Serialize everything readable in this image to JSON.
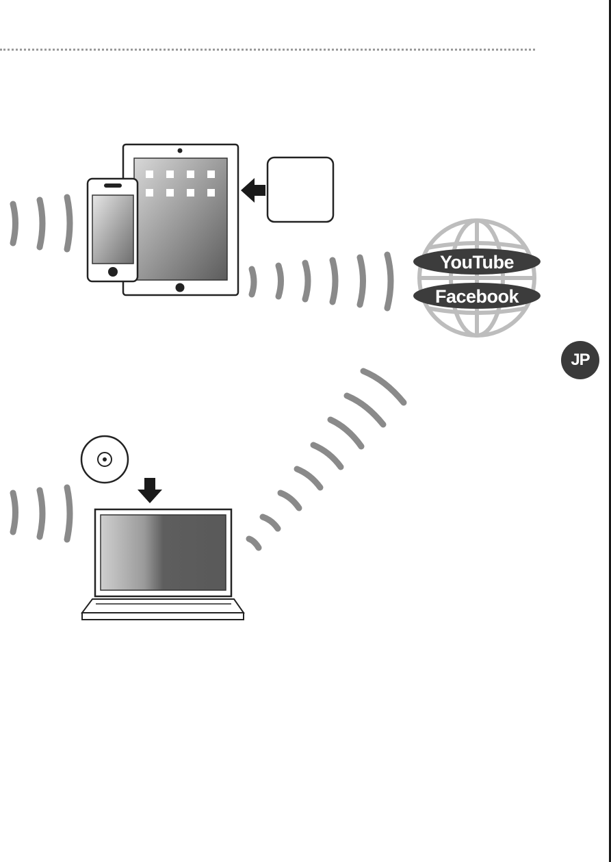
{
  "badge": {
    "language": "JP"
  },
  "services": {
    "youtube": "YouTube",
    "facebook": "Facebook"
  },
  "colors": {
    "wave": "#8a8a8a",
    "globe": "#bdbdbd",
    "pill": "#3c3c3c",
    "badge": "#3a3a3a"
  }
}
